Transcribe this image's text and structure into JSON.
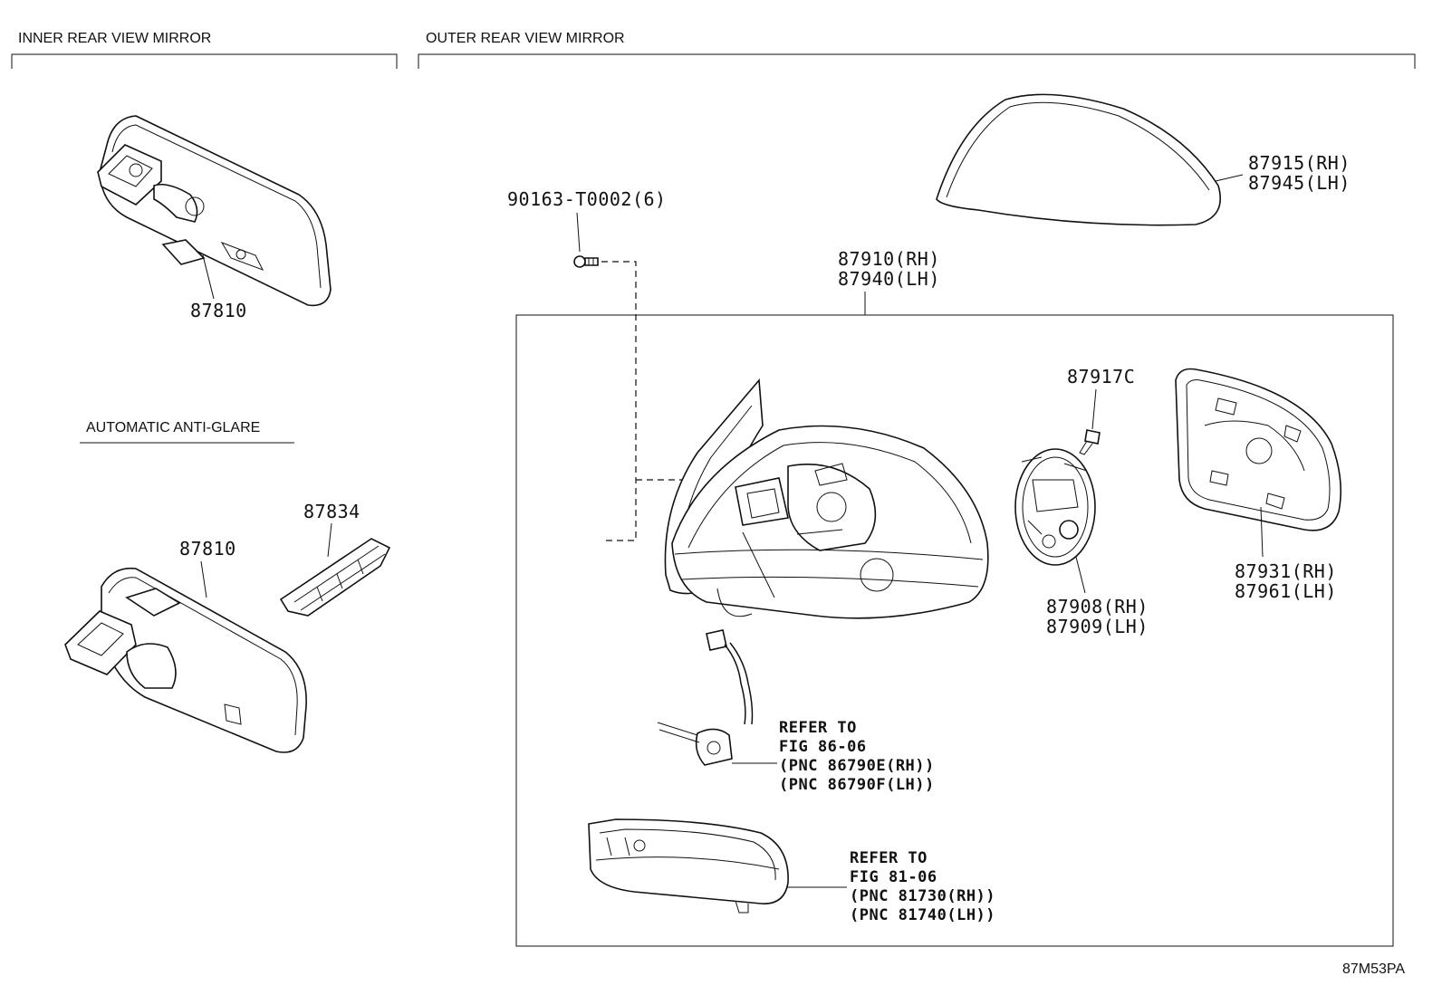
{
  "sections": {
    "inner": "INNER REAR VIEW MIRROR",
    "outer": "OUTER REAR VIEW MIRROR",
    "auto": "AUTOMATIC ANTI-GLARE"
  },
  "parts": {
    "p87810a": "87810",
    "p87810b": "87810",
    "p87834": "87834",
    "p90163": "90163-T0002(6)",
    "p87910": [
      "87910(RH)",
      "87940(LH)"
    ],
    "p87915": [
      "87915(RH)",
      "87945(LH)"
    ],
    "p87917": "87917C",
    "p87908": [
      "87908(RH)",
      "87909(LH)"
    ],
    "p87931": [
      "87931(RH)",
      "87961(LH)"
    ]
  },
  "refs": {
    "ref1": [
      "REFER TO",
      "FIG 86-06",
      "(PNC 86790E(RH))",
      "(PNC 86790F(LH))"
    ],
    "ref2": [
      "REFER TO",
      "FIG 81-06",
      "(PNC 81730(RH))",
      "(PNC 81740(LH))"
    ]
  },
  "code": "87M53PA"
}
